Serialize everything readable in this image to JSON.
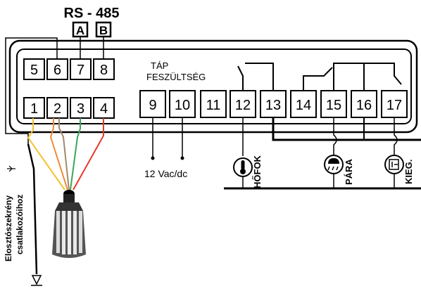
{
  "rs485": {
    "title": "RS - 485",
    "a": "A",
    "b": "B"
  },
  "terminals": [
    "5",
    "6",
    "7",
    "8",
    "1",
    "2",
    "3",
    "4",
    "9",
    "10",
    "11",
    "12",
    "13",
    "14",
    "15",
    "16",
    "17"
  ],
  "supply": {
    "label_line1": "TÁP",
    "label_line2": "FESZÜLTSÉG",
    "voltage": "12 Vac/dc"
  },
  "sensors": {
    "temp": "HŐFOK",
    "humidity": "PÁRA",
    "aux": "KIEG."
  },
  "side_label": {
    "line1": "Elosztószekrény",
    "line2": "csatlakozóihoz"
  },
  "wire_colors": {
    "yellow": "#f2c230",
    "orange": "#ef8a3a",
    "brown": "#a08a6a",
    "green": "#3aa65a",
    "red": "#e53a2a"
  }
}
